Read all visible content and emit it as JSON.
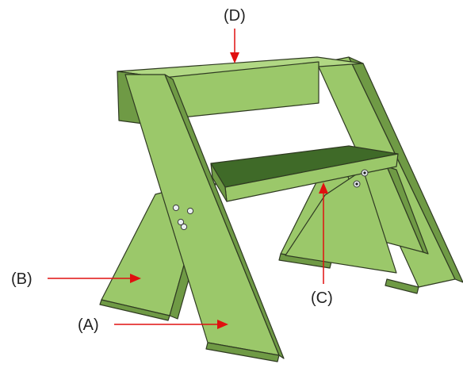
{
  "callouts": {
    "a": "(A)",
    "b": "(B)",
    "c": "(C)",
    "d": "(D)"
  },
  "colors": {
    "wood": "#9bc86a",
    "wood_top": "#b1d884",
    "wood_shadow": "#6f9a45",
    "seat_top": "#3f6a28",
    "outline": "#2f3a22",
    "arrow": "#e01010"
  },
  "icons": {
    "bench": "bench-illustration",
    "arrow": "red-arrow"
  }
}
